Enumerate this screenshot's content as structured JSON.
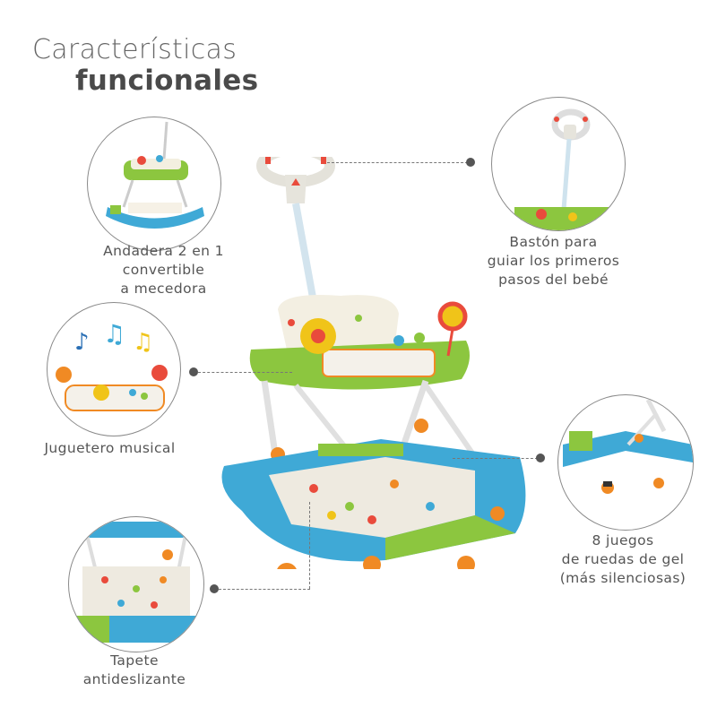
{
  "heading": {
    "line1": "Características",
    "line2": "funcionales"
  },
  "features": [
    {
      "lines": [
        "Andadera 2 en 1",
        "convertible",
        "a mecedora"
      ]
    },
    {
      "lines": [
        "Bastón para",
        "guiar los primeros",
        "pasos del bebé"
      ]
    },
    {
      "lines": [
        "Juguetero musical"
      ]
    },
    {
      "lines": [
        "8 juegos",
        "de ruedas de gel",
        "(más silenciosas)"
      ]
    },
    {
      "lines": [
        "Tapete",
        "antideslizante"
      ]
    }
  ],
  "colors": {
    "green": "#8cc63f",
    "blue": "#3fa9d6",
    "orange": "#f08a24",
    "grey": "#e6e4dc"
  }
}
